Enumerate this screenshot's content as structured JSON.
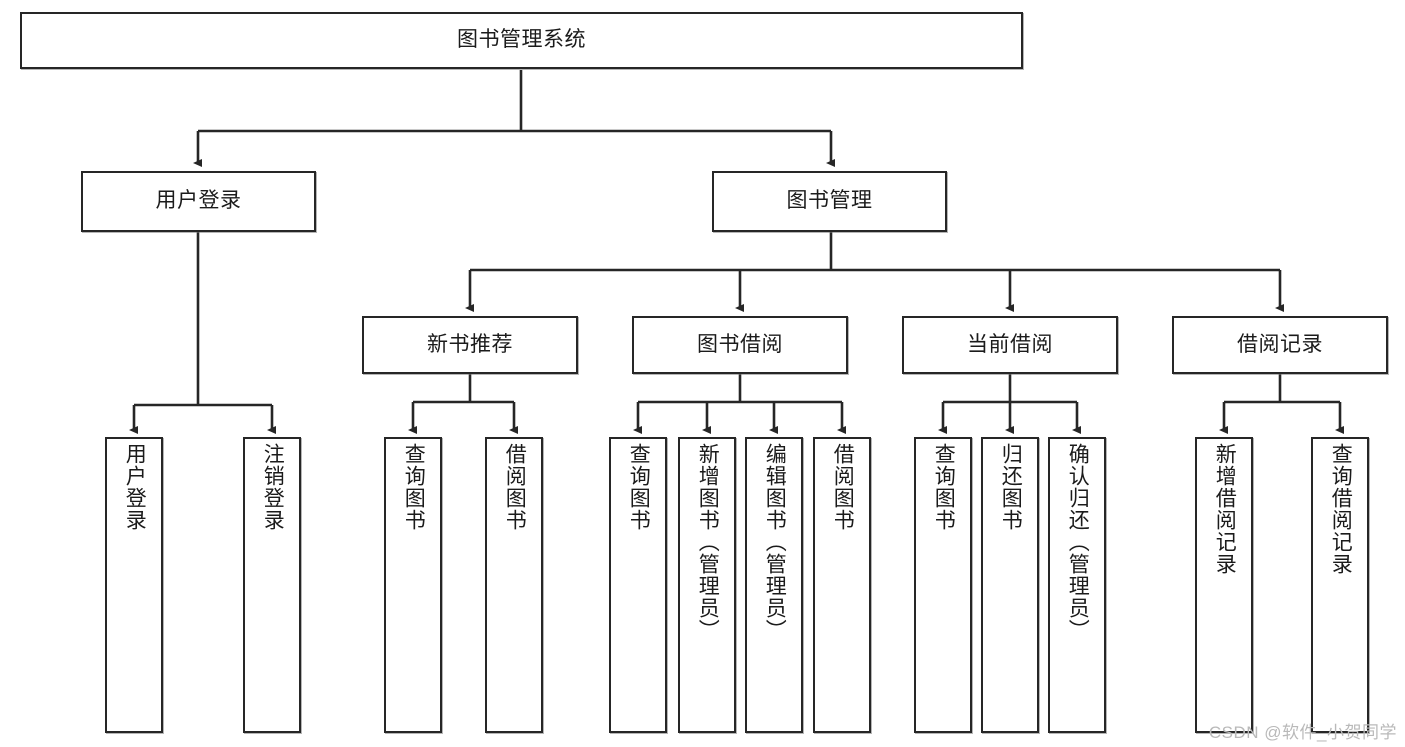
{
  "diagram": {
    "title": "图书管理系统",
    "type": "tree-hierarchy",
    "watermark": "CSDN @软件_小贺同学",
    "colors": {
      "box_border": "#262626",
      "box_fill": "#ffffff",
      "connector": "#262626",
      "text": "#1b1b1b",
      "watermark": "#b9b9b9"
    },
    "root": {
      "label": "图书管理系统"
    },
    "level2": [
      {
        "label": "用户登录"
      },
      {
        "label": "图书管理"
      }
    ],
    "level3": [
      {
        "label": "新书推荐"
      },
      {
        "label": "图书借阅"
      },
      {
        "label": "当前借阅"
      },
      {
        "label": "借阅记录"
      }
    ],
    "leaves": {
      "user_login": [
        {
          "label": "用户登录"
        },
        {
          "label": "注销登录"
        }
      ],
      "new_book_recommend": [
        {
          "label": "查询图书"
        },
        {
          "label": "借阅图书"
        }
      ],
      "book_borrow": [
        {
          "label": "查询图书"
        },
        {
          "label": "新增图书（管理员）"
        },
        {
          "label": "编辑图书（管理员）"
        },
        {
          "label": "借阅图书"
        }
      ],
      "current_borrow": [
        {
          "label": "查询图书"
        },
        {
          "label": "归还图书"
        },
        {
          "label": "确认归还（管理员）"
        }
      ],
      "borrow_records": [
        {
          "label": "新增借阅记录"
        },
        {
          "label": "查询借阅记录"
        }
      ]
    }
  }
}
